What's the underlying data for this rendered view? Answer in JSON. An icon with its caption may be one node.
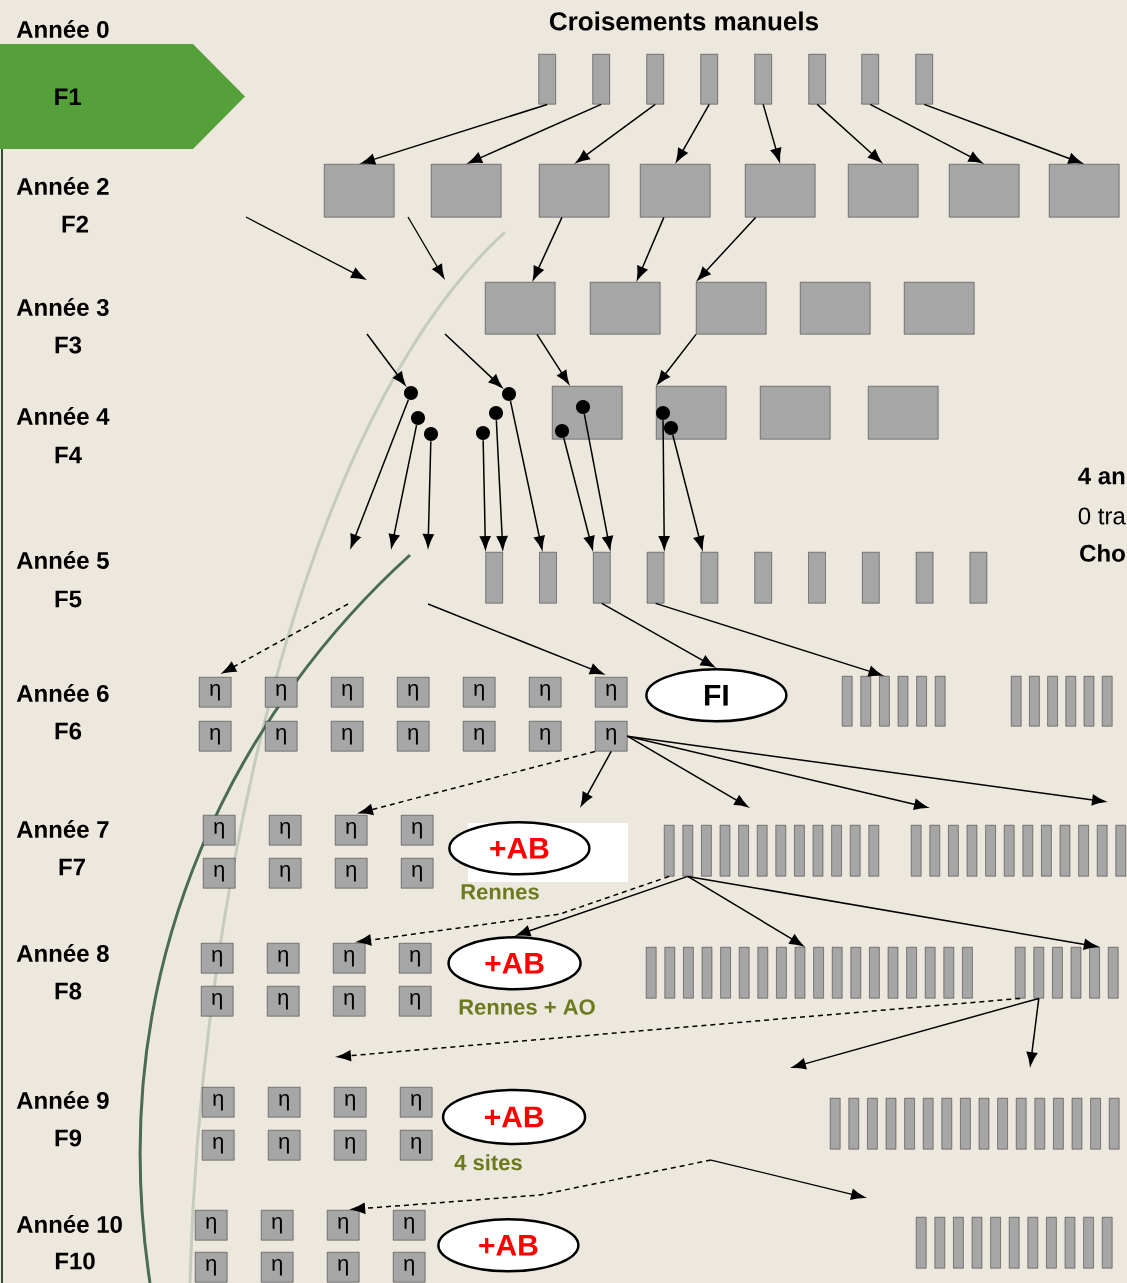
{
  "diagram": {
    "title": "Croisements manuels",
    "nodes": [
      {
        "text": [
          "F1"
        ]
      },
      {
        "text": [],
        "shape": "bar"
      },
      {
        "text": [],
        "shape": "bar"
      },
      {
        "text": [],
        "shape": "bar"
      },
      {
        "text": [],
        "shape": "bar"
      },
      {
        "text": [],
        "shape": "bar"
      },
      {
        "text": [],
        "shape": "bar"
      },
      {
        "text": [],
        "shape": "bar"
      },
      {
        "text": [],
        "shape": "bar"
      },
      {
        "text": [],
        "shape": "box"
      },
      {
        "text": [],
        "shape": "box"
      },
      {
        "text": [],
        "shape": "box"
      },
      {
        "text": [],
        "shape": "box"
      },
      {
        "text": [],
        "shape": "box"
      },
      {
        "text": [],
        "shape": "box"
      },
      {
        "text": [],
        "shape": "box"
      },
      {
        "text": [],
        "shape": "box"
      },
      {
        "text": [],
        "shape": "box"
      },
      {
        "text": [],
        "shape": "box"
      },
      {
        "text": [],
        "shape": "box"
      },
      {
        "text": [],
        "shape": "box"
      },
      {
        "text": [],
        "shape": "box"
      },
      {
        "text": [],
        "shape": "box"
      },
      {
        "text": [],
        "shape": "box"
      },
      {
        "text": [],
        "shape": "box"
      },
      {
        "text": [],
        "shape": "box"
      },
      {
        "text": [],
        "shape": "circle"
      },
      {
        "text": [],
        "shape": "circle"
      },
      {
        "text": [],
        "shape": "circle"
      },
      {
        "text": [],
        "shape": "circle"
      },
      {
        "text": [],
        "shape": "circle"
      },
      {
        "text": [],
        "shape": "circle"
      },
      {
        "text": [],
        "shape": "circle",
        "in": 22
      },
      {
        "text": [],
        "shape": "circle",
        "in": 22
      },
      {
        "text": [],
        "shape": "circle",
        "in": 23
      },
      {
        "text": [],
        "shape": "circle",
        "in": 23
      },
      {
        "text": [],
        "shape": "bar"
      },
      {
        "text": [],
        "shape": "bar"
      },
      {
        "text": [],
        "shape": "bar"
      },
      {
        "text": [],
        "shape": "bar"
      },
      {
        "text": [],
        "shape": "bar"
      },
      {
        "text": [],
        "shape": "bar"
      },
      {
        "text": [],
        "shape": "bar"
      },
      {
        "text": [],
        "shape": "bar"
      },
      {
        "text": [],
        "shape": "bar"
      },
      {
        "text": [],
        "shape": "bar"
      },
      {
        "text": [
          "η"
        ]
      },
      {
        "text": [
          "η"
        ]
      },
      {
        "text": [
          "η"
        ]
      },
      {
        "text": [
          "η"
        ]
      },
      {
        "text": [
          "η"
        ]
      },
      {
        "text": [
          "η"
        ]
      },
      {
        "text": [
          "η"
        ]
      },
      {
        "text": [
          "η"
        ]
      },
      {
        "text": [
          "η"
        ]
      },
      {
        "text": [
          "η"
        ]
      },
      {
        "text": [
          "η"
        ]
      },
      {
        "text": [
          "η"
        ]
      },
      {
        "text": [
          "η"
        ]
      },
      {
        "text": [
          "η"
        ]
      },
      {
        "text": [
          "FI"
        ]
      },
      {
        "text": [],
        "shape": "bar"
      },
      {
        "text": [],
        "shape": "bar"
      },
      {
        "text": [],
        "shape": "bar"
      },
      {
        "text": [],
        "shape": "bar"
      },
      {
        "text": [],
        "shape": "bar"
      },
      {
        "text": [],
        "shape": "bar"
      },
      {
        "text": [],
        "shape": "bar"
      },
      {
        "text": [],
        "shape": "bar"
      },
      {
        "text": [],
        "shape": "bar"
      },
      {
        "text": [],
        "shape": "bar"
      },
      {
        "text": [],
        "shape": "bar"
      },
      {
        "text": [],
        "shape": "bar"
      },
      {
        "text": [
          "η"
        ]
      },
      {
        "text": [
          "η"
        ]
      },
      {
        "text": [
          "η"
        ]
      },
      {
        "text": [
          "η"
        ]
      },
      {
        "text": [
          "η"
        ]
      },
      {
        "text": [
          "η"
        ]
      },
      {
        "text": [
          "η"
        ]
      },
      {
        "text": [
          "η"
        ]
      },
      {
        "text": [
          "+AB"
        ],
        "beside": [
          "Rennes"
        ]
      },
      {
        "text": [],
        "shape": "bar"
      },
      {
        "text": [],
        "shape": "bar"
      },
      {
        "text": [],
        "shape": "bar"
      },
      {
        "text": [],
        "shape": "bar"
      },
      {
        "text": [],
        "shape": "bar"
      },
      {
        "text": [],
        "shape": "bar"
      },
      {
        "text": [],
        "shape": "bar"
      },
      {
        "text": [],
        "shape": "bar"
      },
      {
        "text": [],
        "shape": "bar"
      },
      {
        "text": [],
        "shape": "bar"
      },
      {
        "text": [],
        "shape": "bar"
      },
      {
        "text": [],
        "shape": "bar"
      },
      {
        "text": [],
        "shape": "bar"
      },
      {
        "text": [],
        "shape": "bar"
      },
      {
        "text": [],
        "shape": "bar"
      },
      {
        "text": [],
        "shape": "bar"
      },
      {
        "text": [],
        "shape": "bar"
      },
      {
        "text": [],
        "shape": "bar"
      },
      {
        "text": [],
        "shape": "bar"
      },
      {
        "text": [],
        "shape": "bar"
      },
      {
        "text": [],
        "shape": "bar"
      },
      {
        "text": [],
        "shape": "bar"
      },
      {
        "text": [],
        "shape": "bar"
      },
      {
        "text": [],
        "shape": "bar"
      },
      {
        "text": [
          "η"
        ]
      },
      {
        "text": [
          "η"
        ]
      },
      {
        "text": [
          "η"
        ]
      },
      {
        "text": [
          "η"
        ]
      },
      {
        "text": [
          "η"
        ]
      },
      {
        "text": [
          "η"
        ]
      },
      {
        "text": [
          "η"
        ]
      },
      {
        "text": [
          "η"
        ]
      },
      {
        "text": [
          "+AB"
        ],
        "beside": [
          "Rennes + AO"
        ]
      },
      {
        "text": [],
        "shape": "bar"
      },
      {
        "text": [],
        "shape": "bar"
      },
      {
        "text": [],
        "shape": "bar"
      },
      {
        "text": [],
        "shape": "bar"
      },
      {
        "text": [],
        "shape": "bar"
      },
      {
        "text": [],
        "shape": "bar"
      },
      {
        "text": [],
        "shape": "bar"
      },
      {
        "text": [],
        "shape": "bar"
      },
      {
        "text": [],
        "shape": "bar"
      },
      {
        "text": [],
        "shape": "bar"
      },
      {
        "text": [],
        "shape": "bar"
      },
      {
        "text": [],
        "shape": "bar"
      },
      {
        "text": [],
        "shape": "bar"
      },
      {
        "text": [],
        "shape": "bar"
      },
      {
        "text": [],
        "shape": "bar"
      },
      {
        "text": [],
        "shape": "bar"
      },
      {
        "text": [],
        "shape": "bar"
      },
      {
        "text": [],
        "shape": "bar"
      },
      {
        "text": [],
        "shape": "bar"
      },
      {
        "text": [],
        "shape": "bar"
      },
      {
        "text": [],
        "shape": "bar"
      },
      {
        "text": [],
        "shape": "bar"
      },
      {
        "text": [],
        "shape": "bar"
      },
      {
        "text": [],
        "shape": "bar"
      },
      {
        "text": [
          "η"
        ]
      },
      {
        "text": [
          "η"
        ]
      },
      {
        "text": [
          "η"
        ]
      },
      {
        "text": [
          "η"
        ]
      },
      {
        "text": [
          "η"
        ]
      },
      {
        "text": [
          "η"
        ]
      },
      {
        "text": [
          "η"
        ]
      },
      {
        "text": [
          "η"
        ]
      },
      {
        "text": [
          "+AB"
        ],
        "beside": [
          "4 sites"
        ]
      },
      {
        "text": [],
        "shape": "bar"
      },
      {
        "text": [],
        "shape": "bar"
      },
      {
        "text": [],
        "shape": "bar"
      },
      {
        "text": [],
        "shape": "bar"
      },
      {
        "text": [],
        "shape": "bar"
      },
      {
        "text": [],
        "shape": "bar"
      },
      {
        "text": [],
        "shape": "bar"
      },
      {
        "text": [],
        "shape": "bar"
      },
      {
        "text": [],
        "shape": "bar"
      },
      {
        "text": [],
        "shape": "bar"
      },
      {
        "text": [],
        "shape": "bar"
      },
      {
        "text": [],
        "shape": "bar"
      },
      {
        "text": [],
        "shape": "bar"
      },
      {
        "text": [],
        "shape": "bar"
      },
      {
        "text": [],
        "shape": "bar"
      },
      {
        "text": [],
        "shape": "bar"
      },
      {
        "text": [
          "η"
        ]
      },
      {
        "text": [
          "η"
        ]
      },
      {
        "text": [
          "η"
        ]
      },
      {
        "text": [
          "η"
        ]
      },
      {
        "text": [
          "η"
        ]
      },
      {
        "text": [
          "η"
        ]
      },
      {
        "text": [
          "η"
        ]
      },
      {
        "text": [
          "η"
        ]
      },
      {
        "text": [
          "+AB"
        ]
      },
      {
        "text": [],
        "shape": "bar"
      },
      {
        "text": [],
        "shape": "bar"
      },
      {
        "text": [],
        "shape": "bar"
      },
      {
        "text": [],
        "shape": "bar"
      },
      {
        "text": [],
        "shape": "bar"
      },
      {
        "text": [],
        "shape": "bar"
      },
      {
        "text": [],
        "shape": "bar"
      },
      {
        "text": [],
        "shape": "bar"
      },
      {
        "text": [],
        "shape": "bar"
      },
      {
        "text": [],
        "shape": "bar"
      },
      {
        "text": [],
        "shape": "bar"
      }
    ],
    "edges": [
      {
        "from": 1,
        "to": 9,
        "arrow": "to"
      },
      {
        "from": 2,
        "to": 10,
        "arrow": "to"
      },
      {
        "from": 3,
        "to": 11,
        "arrow": "to"
      },
      {
        "from": 4,
        "to": 12,
        "arrow": "to"
      },
      {
        "from": 5,
        "to": 13,
        "arrow": "to"
      },
      {
        "from": 6,
        "to": 14,
        "arrow": "to"
      },
      {
        "from": 7,
        "to": 15,
        "arrow": "to"
      },
      {
        "from": 8,
        "to": 16,
        "arrow": "to"
      },
      {
        "from": 11,
        "to": 17,
        "arrow": "to"
      },
      {
        "from": 12,
        "to": 18,
        "arrow": "to"
      },
      {
        "from": 13,
        "to": 19,
        "arrow": "to"
      },
      {
        "from": null,
        "to": 26,
        "arrow": "to"
      },
      {
        "from": null,
        "to": 29,
        "arrow": "to"
      },
      {
        "from": 17,
        "to": 22,
        "arrow": "to"
      },
      {
        "from": 19,
        "to": 23,
        "arrow": "to"
      },
      {
        "from": 26,
        "to": null,
        "arrow": "to"
      },
      {
        "from": 27,
        "to": null,
        "arrow": "to"
      },
      {
        "from": 28,
        "to": null,
        "arrow": "to"
      },
      {
        "from": 31,
        "to": 36,
        "arrow": "to"
      },
      {
        "from": 30,
        "to": 36,
        "arrow": "to"
      },
      {
        "from": 29,
        "to": 37,
        "arrow": "to"
      },
      {
        "from": 33,
        "to": 38,
        "arrow": "to"
      },
      {
        "from": 32,
        "to": 38,
        "arrow": "to"
      },
      {
        "from": 34,
        "to": 39,
        "arrow": "to"
      },
      {
        "from": 35,
        "to": 40,
        "arrow": "to"
      },
      {
        "from": null,
        "to": 46,
        "arrow": "to",
        "style": "dashed"
      },
      {
        "from": null,
        "to": 52,
        "arrow": "to"
      },
      {
        "from": 38,
        "to": 60,
        "arrow": "to"
      },
      {
        "from": 39,
        "to": 63,
        "arrow": "to"
      },
      {
        "from": 59,
        "to": 75,
        "arrow": "to",
        "style": "dashed"
      },
      {
        "from": 59,
        "to": null,
        "arrow": "to"
      },
      {
        "from": 59,
        "to": null,
        "arrow": "to"
      },
      {
        "from": 59,
        "to": null,
        "arrow": "to"
      },
      {
        "from": 59,
        "to": null,
        "arrow": "to"
      },
      {
        "from": 82,
        "to": 108,
        "arrow": "to",
        "style": "dashed"
      },
      {
        "from": 83,
        "to": 114,
        "arrow": "to"
      },
      {
        "from": 83,
        "to": 123,
        "arrow": "to"
      },
      {
        "from": 83,
        "to": 137,
        "arrow": "to"
      },
      {
        "from": 133,
        "to": null,
        "arrow": "to",
        "style": "dashed"
      },
      {
        "from": 134,
        "to": null,
        "arrow": "to"
      },
      {
        "from": 134,
        "to": null,
        "arrow": "to"
      },
      {
        "from": null,
        "to": 166,
        "arrow": "to",
        "style": "dashed"
      }
    ],
    "labels": [
      "Année 0",
      "Année 2",
      "F2",
      "Année 3",
      "F3",
      "Année 4",
      "F4",
      "4 an",
      "0 tra",
      "Cho",
      "Année 5",
      "F5",
      "Année 6",
      "F6",
      "Année 7",
      "F7",
      "Année 8",
      "F8",
      "Année 9",
      "F9",
      "Année 10",
      "F10"
    ]
  }
}
